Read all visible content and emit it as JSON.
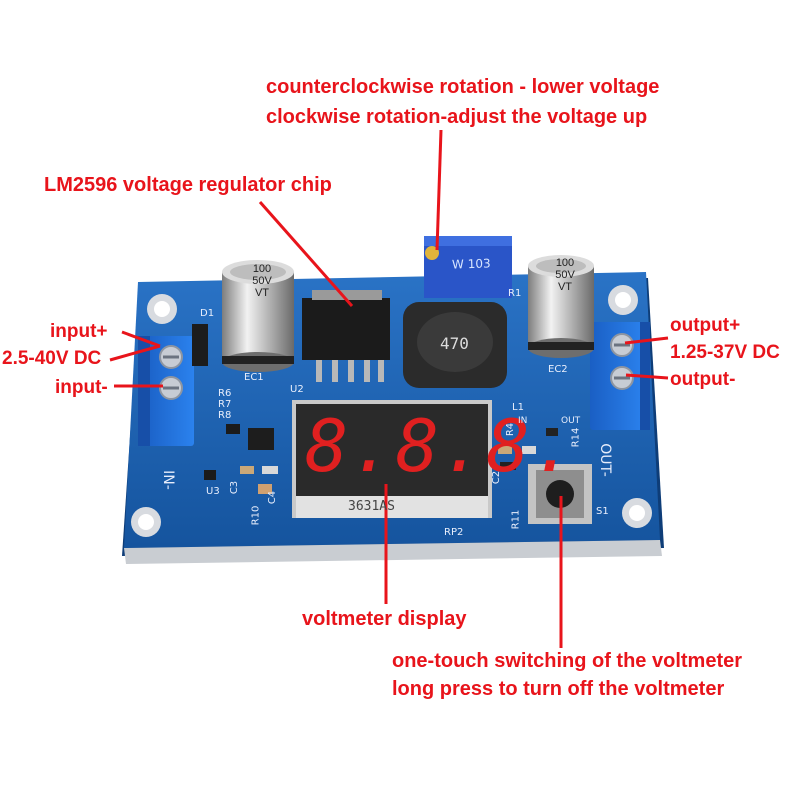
{
  "annotations": {
    "potentiometer_line1": "counterclockwise rotation - lower voltage",
    "potentiometer_line2": "clockwise rotation-adjust the voltage up",
    "chip": "LM2596 voltage regulator chip",
    "input_plus": "input+",
    "input_range": "2.5-40V DC",
    "input_minus": "input-",
    "output_plus": "output+",
    "output_range": "1.25-37V DC",
    "output_minus": "output-",
    "display": "voltmeter display",
    "button_line1": "one-touch switching of the voltmeter",
    "button_line2": "long press to turn off the voltmeter"
  },
  "board": {
    "pot_marking": "W 103",
    "cap_left_lines": [
      "100",
      "50V",
      "VT"
    ],
    "cap_right_lines": [
      "100",
      "50V",
      "VT"
    ],
    "inductor_marking": "470",
    "display_digits": "8.8.8.",
    "display_part": "3631AS",
    "silk_in": "IN-",
    "silk_out": "OUT-",
    "silk_ec1": "EC1",
    "silk_ec2": "EC2",
    "silk_u2": "U2",
    "silk_u3": "U3",
    "silk_d1": "D1",
    "silk_r6": "R6",
    "silk_r7": "R7",
    "silk_r8": "R8",
    "silk_l1": "L1",
    "silk_r1": "R1",
    "silk_rp2": "RP2",
    "silk_s1": "S1",
    "silk_r14": "R14",
    "silk_r4": "R4",
    "silk_c2": "C2",
    "silk_c3": "C3",
    "silk_c4": "C4",
    "silk_r10": "R10",
    "silk_r11": "R11",
    "silk_in_small": "IN",
    "silk_out_small": "OUT"
  },
  "colors": {
    "annotation": "#e8141b",
    "pcb": "#1b5fb0",
    "terminal": "#1f6fd6",
    "display_digit": "#e02020"
  }
}
